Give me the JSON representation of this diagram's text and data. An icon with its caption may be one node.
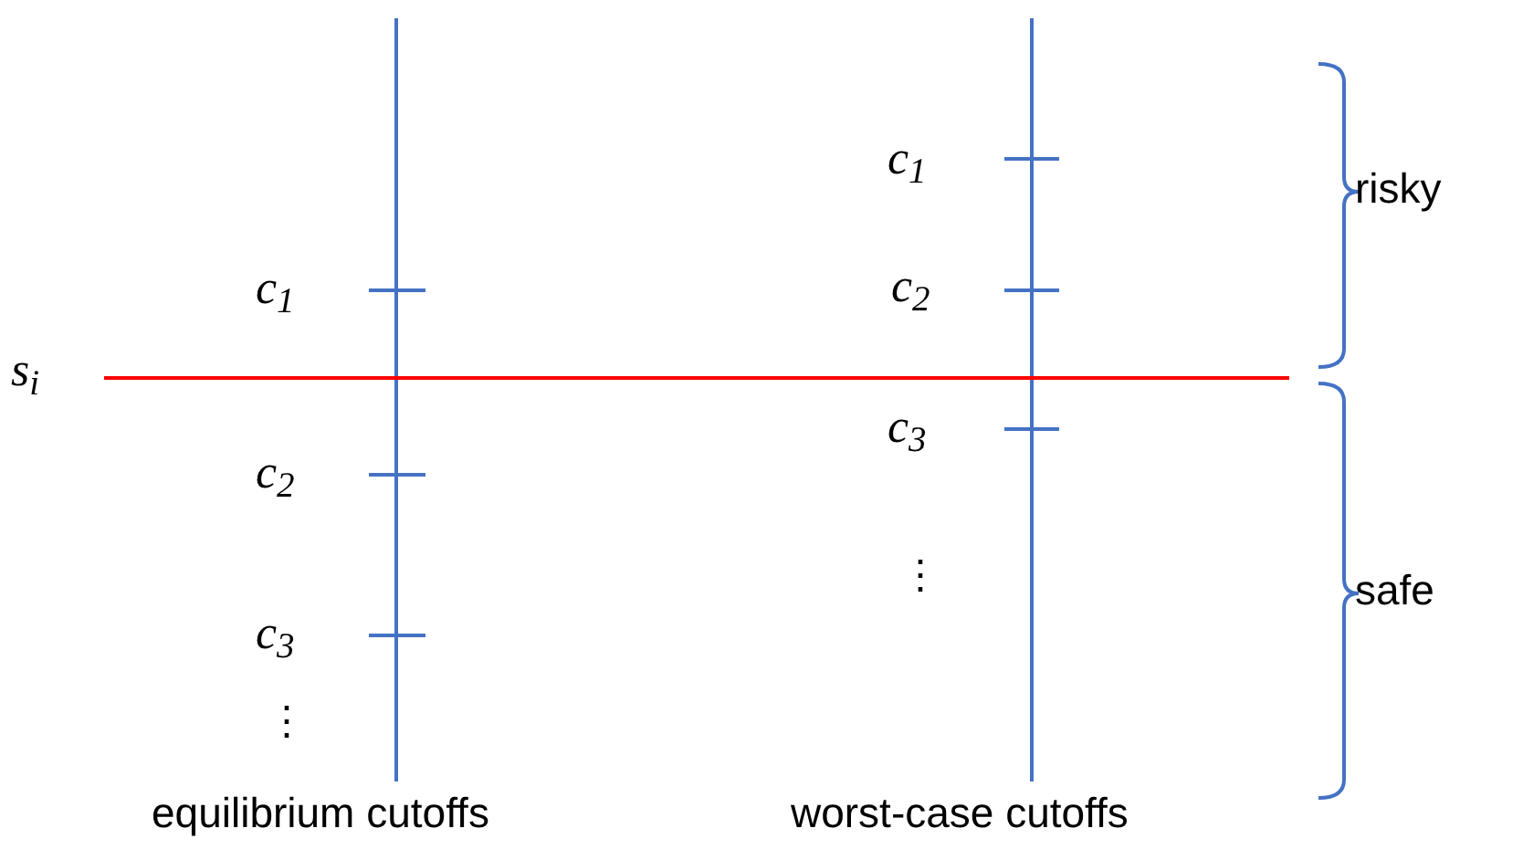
{
  "diagram": {
    "labels": [
      "s$_{i}$",
      "c$_{1}$",
      "c$_{2}$",
      "c$_{3}$",
      "⋮",
      "equilibrium cutoffs",
      "c$_{1}$",
      "c$_{2}$",
      "c$_{3}$",
      "⋮",
      "worst-case cutoffs",
      "risky",
      "safe"
    ]
  }
}
